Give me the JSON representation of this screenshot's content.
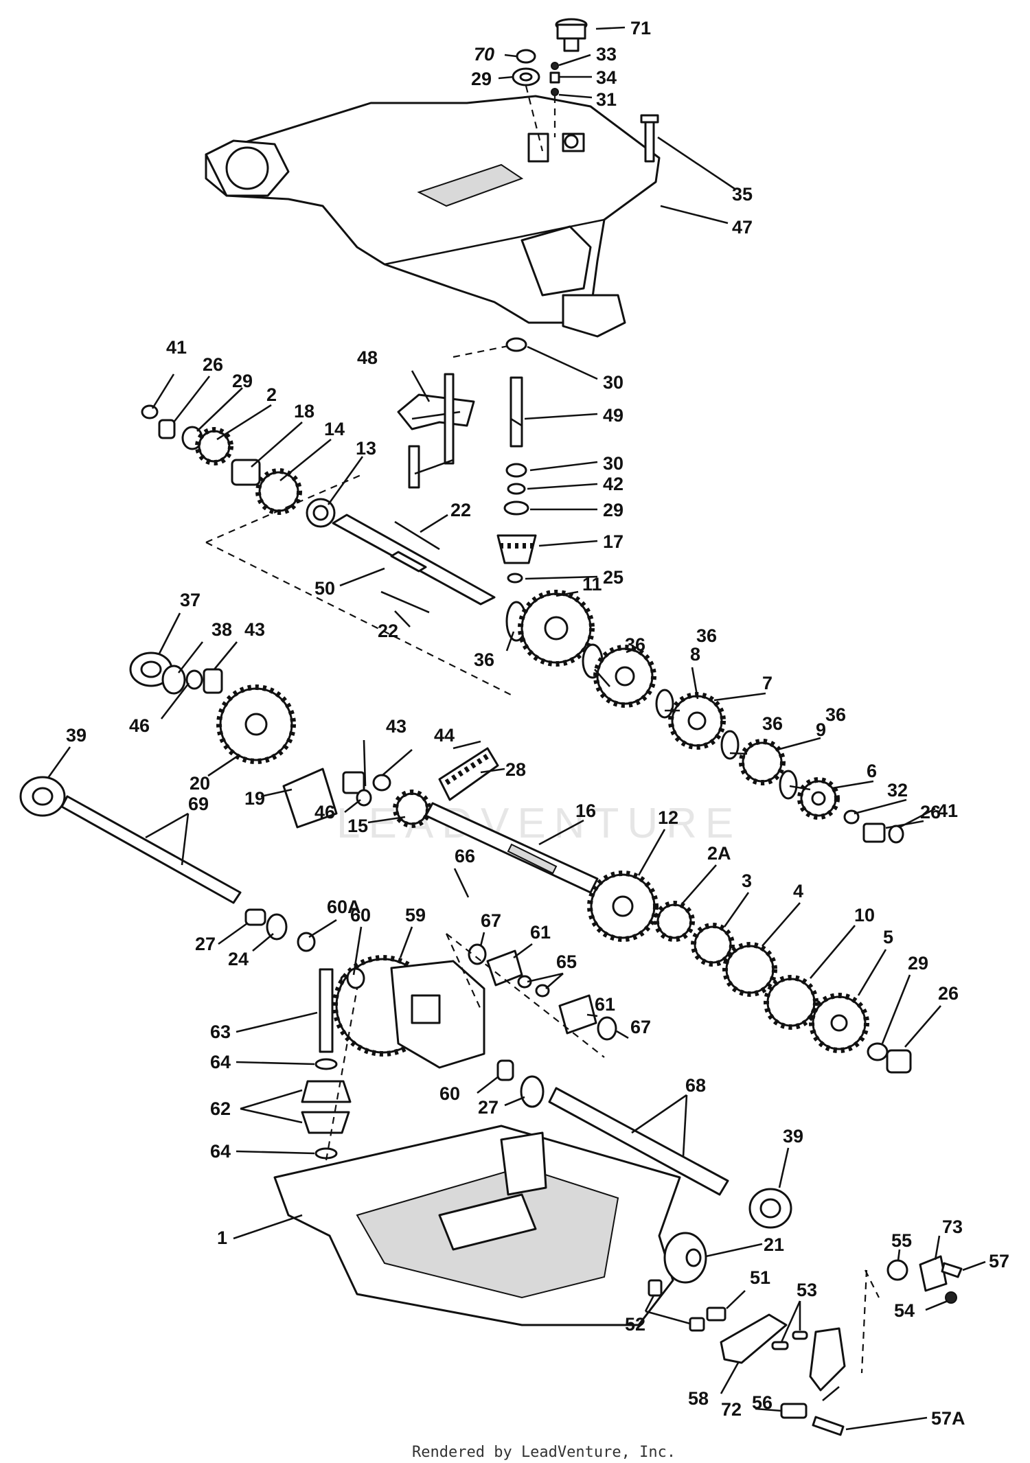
{
  "footer": {
    "text": "Rendered by LeadVenture, Inc."
  },
  "watermark": {
    "text": "LEADVENTURE"
  },
  "colors": {
    "ink": "#111111",
    "paper": "#ffffff",
    "watermark": "#e6e6e6"
  },
  "callouts": [
    "71",
    "70",
    "33",
    "29",
    "34",
    "31",
    "35",
    "47",
    "30",
    "48",
    "49",
    "41",
    "26",
    "29",
    "2",
    "18",
    "14",
    "13",
    "30",
    "42",
    "29",
    "17",
    "25",
    "22",
    "50",
    "22",
    "37",
    "38",
    "43",
    "46",
    "20",
    "19",
    "11",
    "36",
    "8",
    "36",
    "7",
    "36",
    "9",
    "36",
    "6",
    "32",
    "26",
    "41",
    "36",
    "43",
    "44",
    "28",
    "46",
    "15",
    "39",
    "69",
    "16",
    "12",
    "2A",
    "3",
    "4",
    "10",
    "5",
    "29",
    "26",
    "66",
    "67",
    "61",
    "65",
    "61",
    "67",
    "59",
    "60A",
    "60",
    "27",
    "24",
    "63",
    "64",
    "62",
    "64",
    "60",
    "27",
    "68",
    "39",
    "1",
    "21",
    "51",
    "53",
    "52",
    "73",
    "55",
    "57",
    "54",
    "58",
    "56",
    "72",
    "57A"
  ]
}
